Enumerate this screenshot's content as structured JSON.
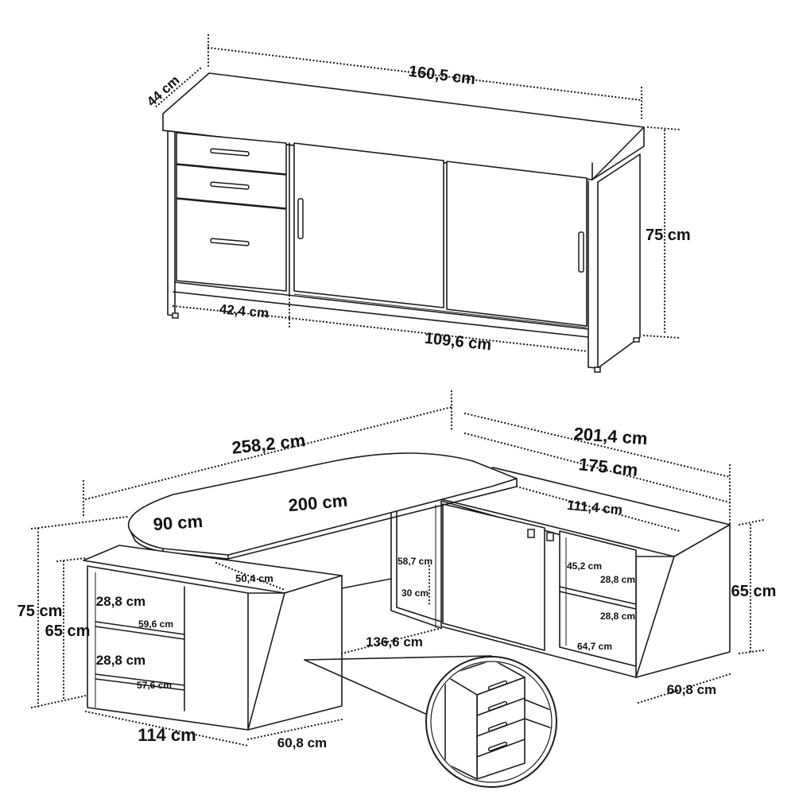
{
  "sideboard": {
    "width": "160,5 cm",
    "depth": "44 cm",
    "height": "75 cm",
    "drawer_width": "42,4 cm",
    "doors_width": "109,6 cm"
  },
  "desk": {
    "total_length": "258,2 cm",
    "return_length": "201,4 cm",
    "cabinet_length": "175 cm",
    "top_length": "200 cm",
    "top_depth": "90 cm",
    "left_inner_depth": "50,4 cm",
    "right_inner_width": "111,4 cm",
    "rear_opening_height": "58,7 cm",
    "rear_opening_clearance": "30 cm",
    "knee_width": "136,6 cm",
    "total_height": "75 cm",
    "cabinet_height_left": "65 cm",
    "cabinet_height_right": "65 cm",
    "left_shelf_height_1": "28,8 cm",
    "left_shelf_depth_1": "59,6 cm",
    "left_shelf_height_2": "28,8 cm",
    "left_shelf_depth_2": "57,6 cm",
    "left_cabinet_width": "114 cm",
    "left_cabinet_depth": "60,8 cm",
    "right_shelf_width": "45,2 cm",
    "right_shelf_height_1": "28,8 cm",
    "right_shelf_height_2": "28,8 cm",
    "right_shelf_depth": "64,7 cm",
    "right_cabinet_depth": "60,8 cm"
  }
}
